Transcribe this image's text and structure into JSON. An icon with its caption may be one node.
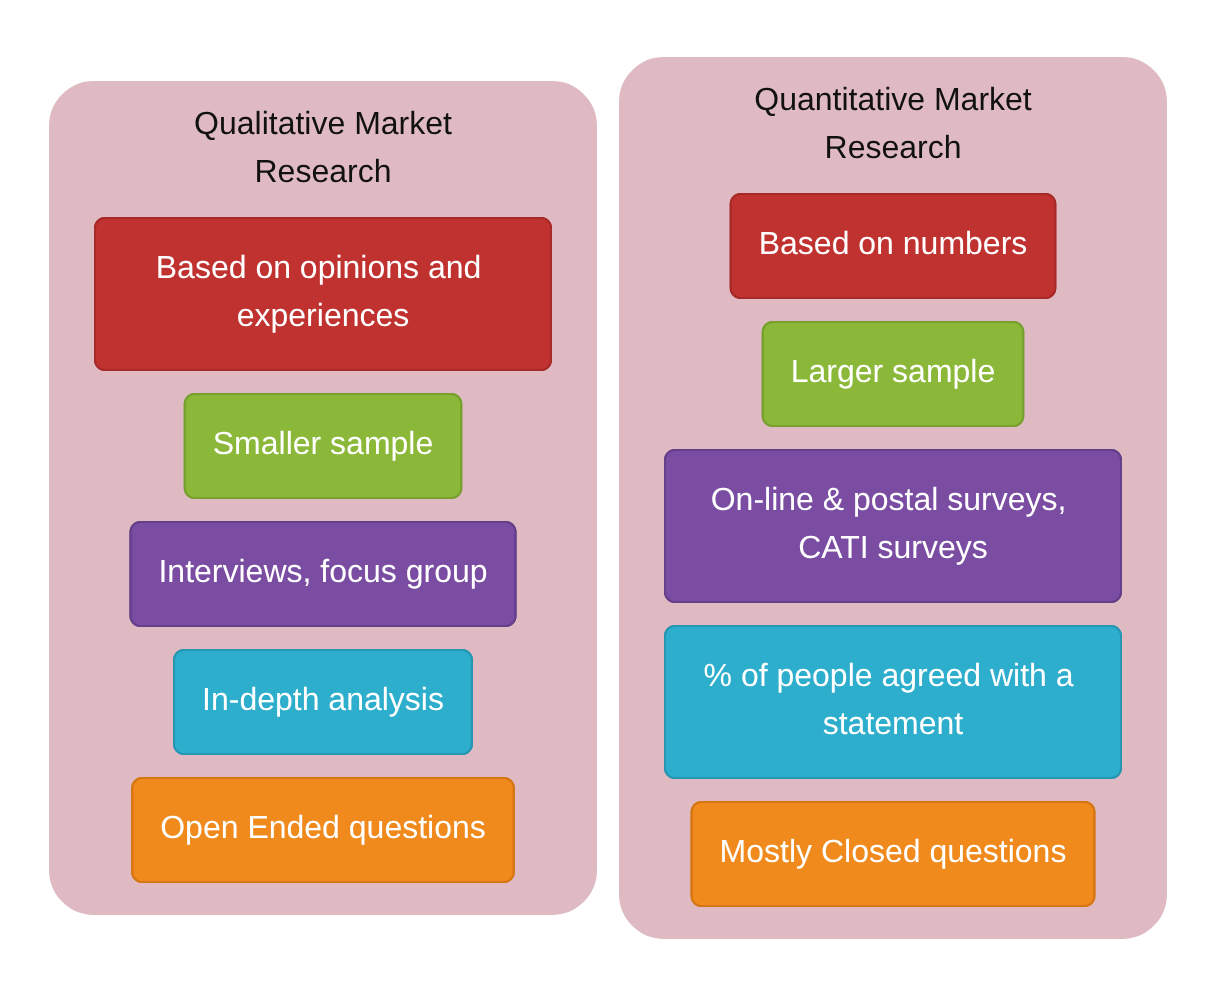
{
  "diagram": {
    "nodes": [
      {
        "text": [
          "Qualitative Market Research"
        ]
      },
      {
        "text": [
          "Based on opinions and experiences"
        ],
        "in": 0
      },
      {
        "text": [
          "Smaller sample"
        ],
        "in": 0
      },
      {
        "text": [
          "Interviews, focus group"
        ],
        "in": 0
      },
      {
        "text": [
          "In-depth  analysis"
        ],
        "in": 0
      },
      {
        "text": [
          "Open Ended questions"
        ],
        "in": 0
      },
      {
        "text": [
          "Quantitative Market Research"
        ]
      },
      {
        "text": [
          "Based on numbers"
        ],
        "in": 6
      },
      {
        "text": [
          "Larger sample"
        ],
        "in": 6
      },
      {
        "text": [
          "On-line & postal surveys, CATI surveys"
        ],
        "in": 6
      },
      {
        "text": [
          "% of people agreed with a statement"
        ],
        "in": 6
      },
      {
        "text": [
          "Mostly Closed questions"
        ],
        "in": 6
      }
    ]
  }
}
